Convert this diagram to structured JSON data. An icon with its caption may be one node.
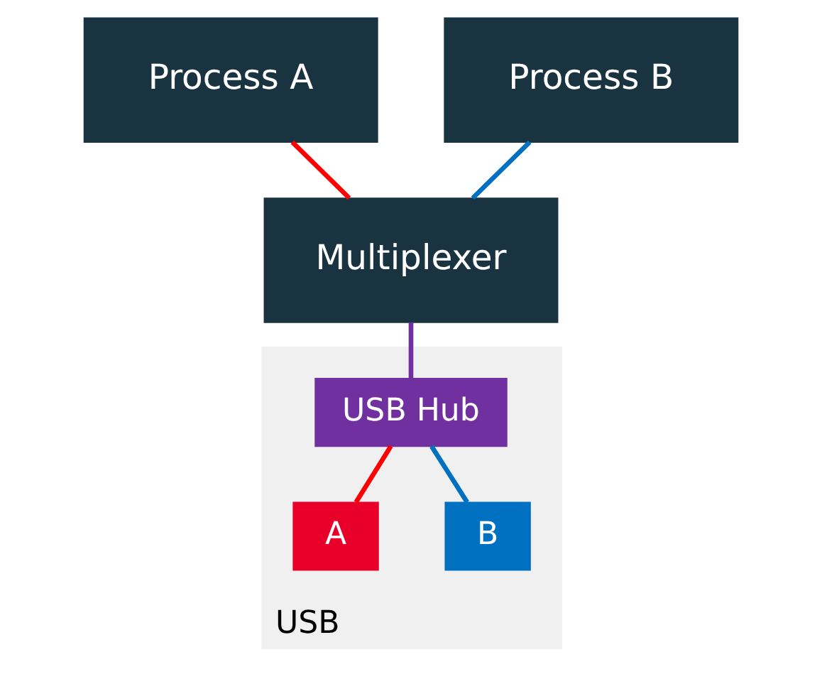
{
  "diagram": {
    "nodes": [
      {
        "text": [
          "Process A"
        ]
      },
      {
        "text": [
          "Process B"
        ]
      },
      {
        "text": [
          "Multiplexer"
        ]
      },
      {
        "text": [
          "USB"
        ]
      },
      {
        "text": [
          "USB Hub"
        ],
        "in": 3
      },
      {
        "text": [
          "A"
        ],
        "in": 3
      },
      {
        "text": [
          "B"
        ],
        "in": 3
      }
    ],
    "edges": [
      {
        "from": 0,
        "to": 2,
        "arrow": "none",
        "color": "#ff0000"
      },
      {
        "from": 1,
        "to": 2,
        "arrow": "none",
        "color": "#0070c0"
      },
      {
        "from": 2,
        "to": 4,
        "arrow": "none",
        "color": "#7030a0"
      },
      {
        "from": 4,
        "to": 5,
        "arrow": "none",
        "color": "#ff0000"
      },
      {
        "from": 4,
        "to": 6,
        "arrow": "none",
        "color": "#0070c0"
      }
    ]
  }
}
